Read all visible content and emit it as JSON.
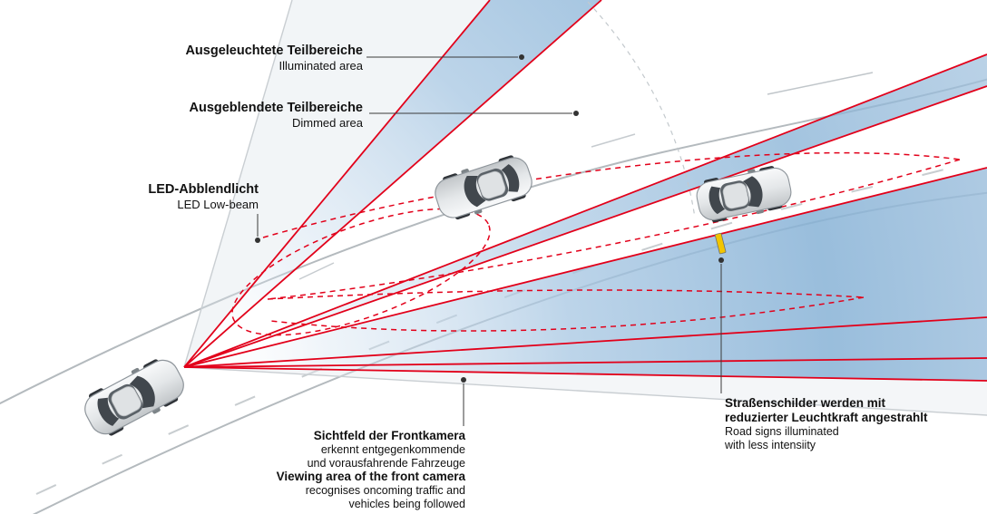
{
  "diagram": {
    "labels": {
      "illuminated": {
        "de": "Ausgeleuchtete Teilbereiche",
        "en": "Illuminated area"
      },
      "dimmed": {
        "de": "Ausgeblendete Teilbereiche",
        "en": "Dimmed area"
      },
      "low_beam": {
        "de": "LED-Abblendlicht",
        "en": "LED Low-beam"
      },
      "camera": {
        "de_title": "Sichtfeld der Frontkamera",
        "de_line1": "erkennt entgegenkommende",
        "de_line2": "und vorausfahrende Fahrzeuge",
        "en_title": "Viewing area of the front camera",
        "en_line1": "recognises oncoming traffic and",
        "en_line2": "vehicles being followed"
      },
      "road_signs": {
        "de_line1": "Straßenschilder werden mit",
        "de_line2": "reduzierter Leuchtkraft angestrahlt",
        "en_line1": "Road signs illuminated",
        "en_line2": "with less intensiity"
      }
    },
    "colors": {
      "beam_blue": "#87b2d6",
      "boundary_red": "#e2001a",
      "road_gray": "#b4babe",
      "sign_yellow": "#f2c500",
      "text": "#111111"
    }
  }
}
